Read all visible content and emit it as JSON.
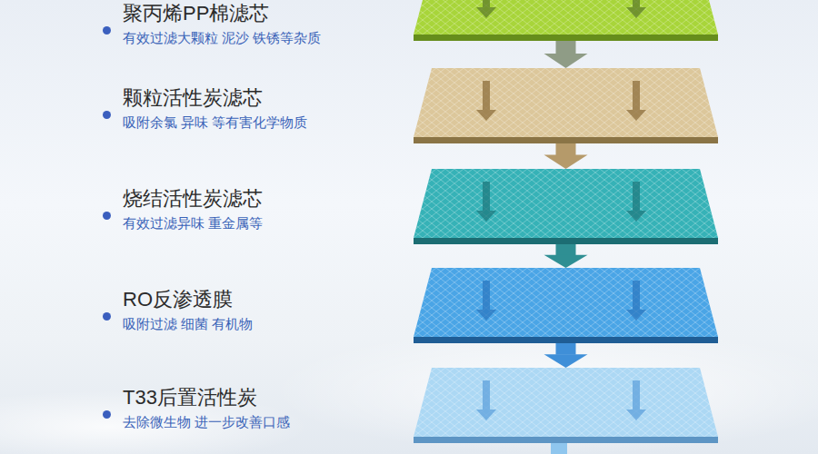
{
  "diagram": {
    "nodes": [
      {
        "text": [
          "聚丙烯PP棉滤芯",
          "有效过滤大颗粒 泥沙 铁锈等杂质"
        ]
      },
      {
        "text": [
          "颗粒活性炭滤芯",
          "吸附余氯 异味 等有害化学物质"
        ]
      },
      {
        "text": [
          "烧结活性炭滤芯",
          "有效过滤异味 重金属等"
        ]
      },
      {
        "text": [
          "RO反渗透膜",
          "吸附过滤 细菌 有机物"
        ]
      },
      {
        "text": [
          "T33后置活性炭",
          "去除微生物 进一步改善口感"
        ]
      }
    ],
    "edges": [
      {
        "from": 0,
        "to": 1,
        "arrow": "to"
      },
      {
        "from": 1,
        "to": 2,
        "arrow": "to"
      },
      {
        "from": 2,
        "to": 3,
        "arrow": "to"
      },
      {
        "from": 3,
        "to": 4,
        "arrow": "to"
      }
    ]
  }
}
